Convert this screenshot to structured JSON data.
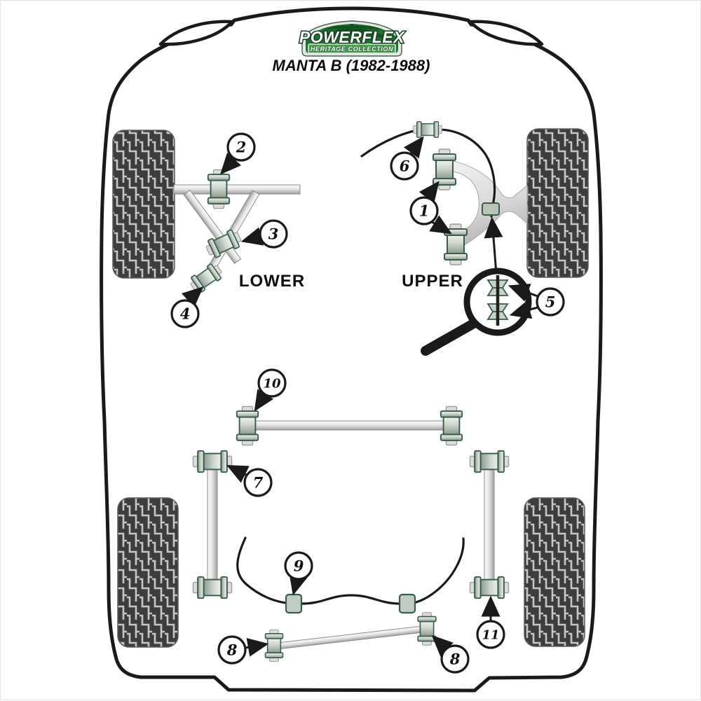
{
  "badge": {
    "brand": "POWERFLEX",
    "collection": "HERITAGE COLLECTION"
  },
  "model": "MANTA B (1982-1988)",
  "labels": {
    "lower": "LOWER",
    "upper": "UPPER"
  },
  "callouts": [
    {
      "n": "1"
    },
    {
      "n": "2"
    },
    {
      "n": "3"
    },
    {
      "n": "4"
    },
    {
      "n": "5"
    },
    {
      "n": "6"
    },
    {
      "n": "7"
    },
    {
      "n": "8"
    },
    {
      "n": "8"
    },
    {
      "n": "9"
    },
    {
      "n": "10"
    },
    {
      "n": "11"
    }
  ],
  "colors": {
    "outline": "#1a1a1a",
    "badge_green": "#20702f",
    "badge_band_green": "#4f9d53",
    "bushing_green": "#3a5c4c",
    "tire_dark": "#3d3d3d",
    "tread_light": "#c6c6c6"
  }
}
